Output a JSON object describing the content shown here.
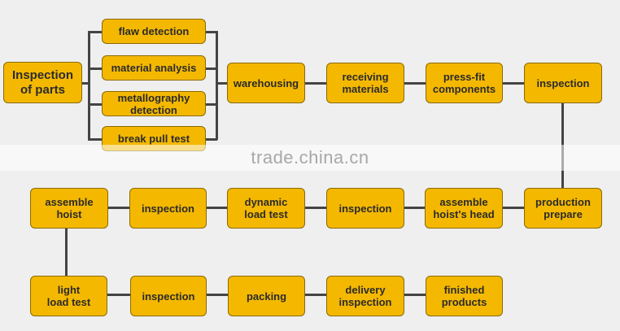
{
  "steps": {
    "inspection_of_parts": "Inspection\nof parts",
    "flaw_detection": "flaw detection",
    "material_analysis": "material analysis",
    "metallography_detection": "metallography\ndetection",
    "break_pull_test": "break pull test",
    "warehousing": "warehousing",
    "receiving_materials": "receiving\nmaterials",
    "press_fit_components": "press-fit\ncomponents",
    "inspection_1": "inspection",
    "production_prepare": "production\nprepare",
    "assemble_hoists_head": "assemble\nhoist's head",
    "inspection_2": "inspection",
    "dynamic_load_test": "dynamic\nload test",
    "inspection_3": "inspection",
    "assemble_hoist": "assemble\nhoist",
    "light_load_test": "light\nload test",
    "inspection_4": "inspection",
    "packing": "packing",
    "delivery_inspection": "delivery\ninspection",
    "finished_products": "finished\nproducts"
  },
  "watermark": "trade.china.cn",
  "colors": {
    "box_fill": "#f4b800",
    "box_border": "#8a6a00",
    "connector": "#444444"
  }
}
